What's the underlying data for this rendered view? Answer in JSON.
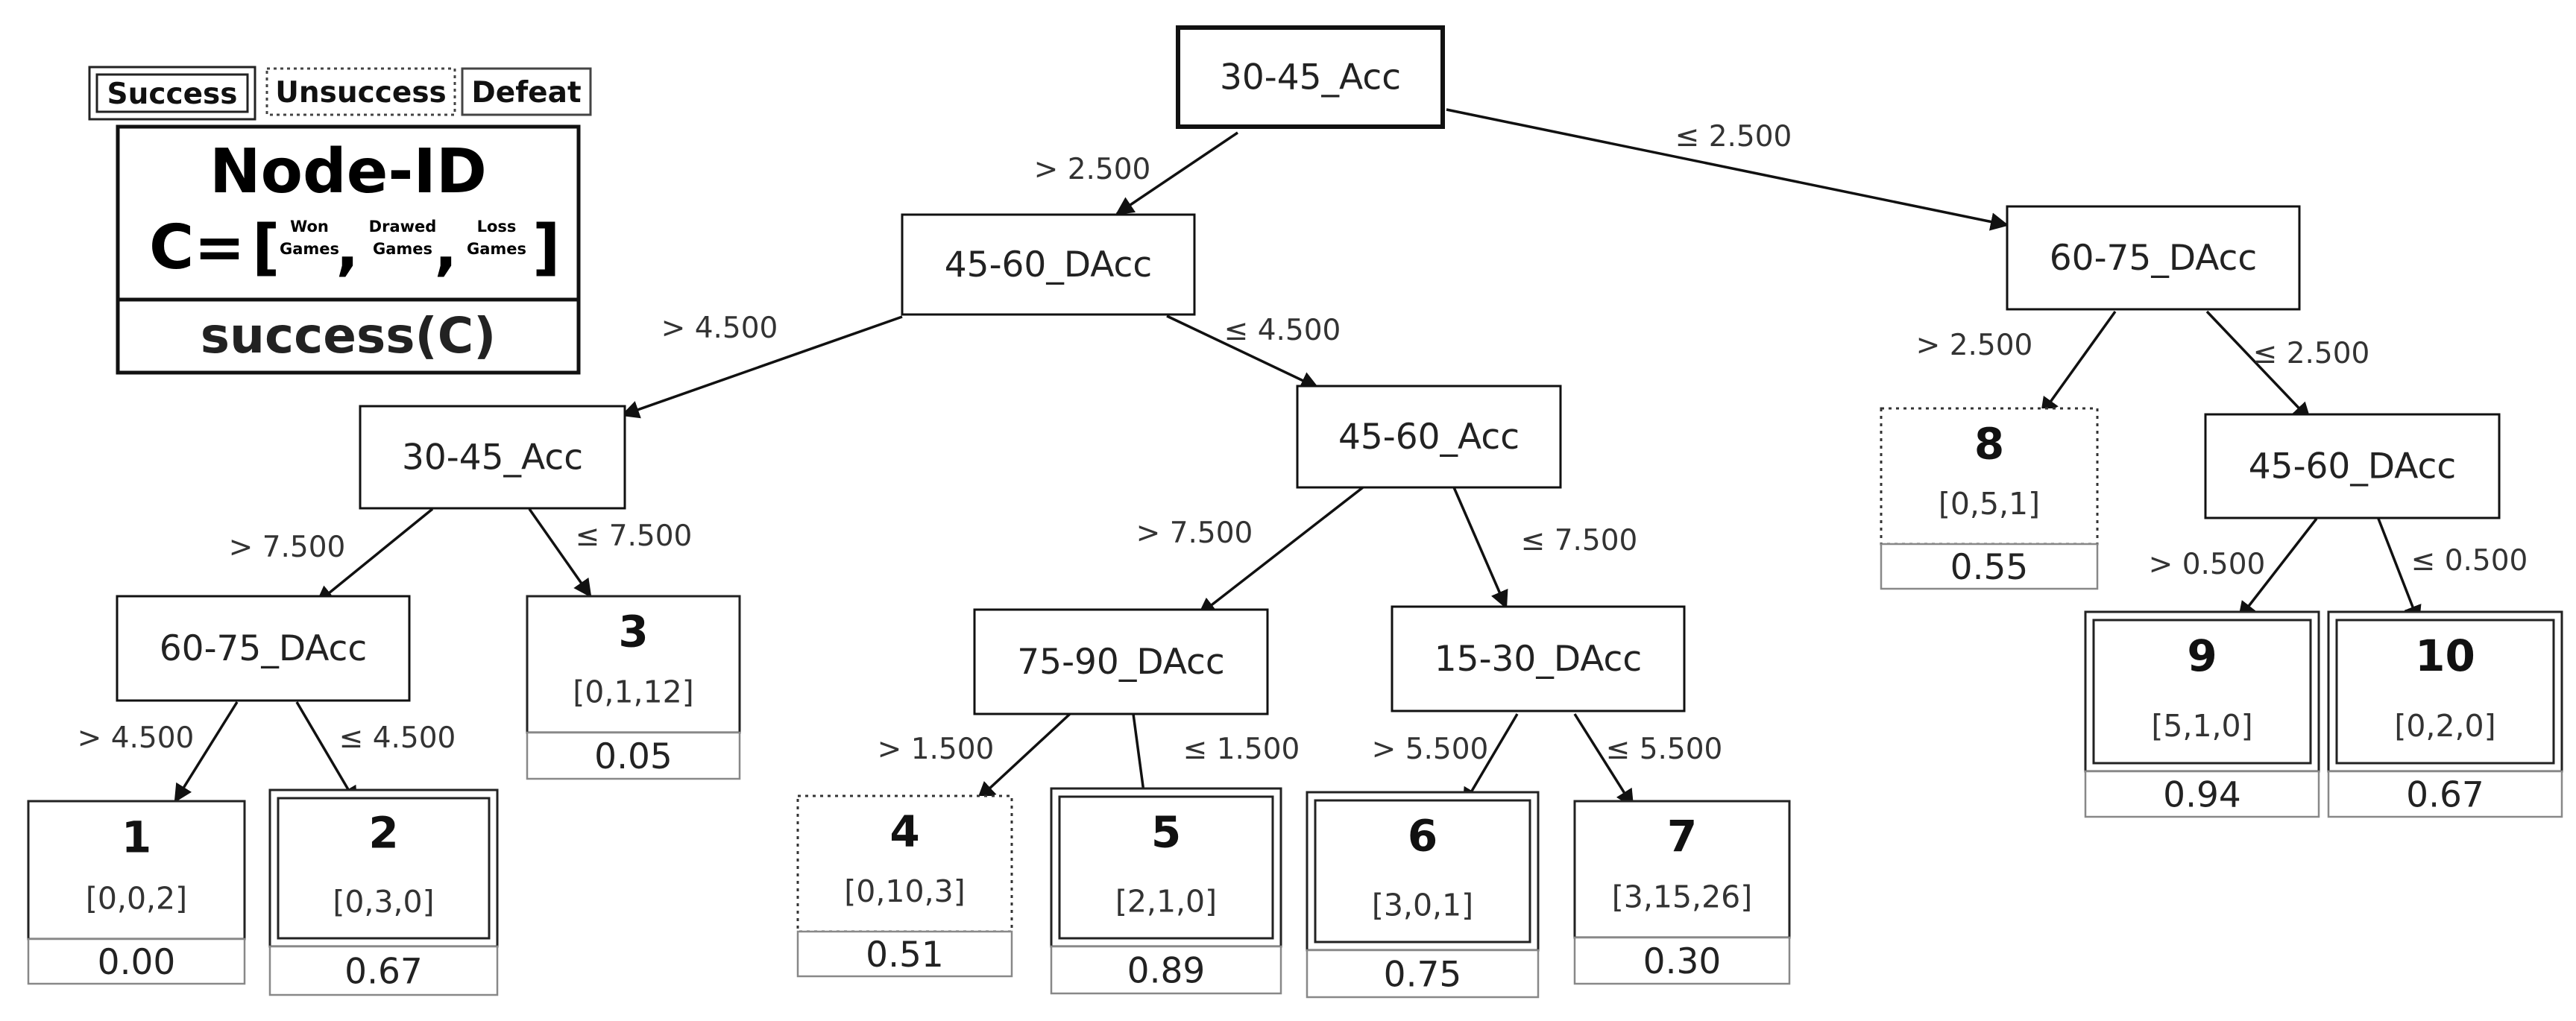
{
  "legend": {
    "chips": [
      "Success",
      "Unsuccess",
      "Defeat"
    ],
    "node_id": "Node-ID",
    "c_prefix": "C=",
    "bracket_open": "[",
    "bracket_close": "]",
    "comma": ",",
    "won_top": "Won",
    "won_bottom": "Games",
    "drawed_top": "Drawed",
    "drawed_bottom": "Games",
    "loss_top": "Loss",
    "loss_bottom": "Games",
    "success": "success(C)"
  },
  "splits": [
    {
      "id": "s_root",
      "label": "30-45_Acc"
    },
    {
      "id": "s_a",
      "label": "45-60_DAcc"
    },
    {
      "id": "s_b",
      "label": "60-75_DAcc"
    },
    {
      "id": "s_a1",
      "label": "30-45_Acc"
    },
    {
      "id": "s_a2",
      "label": "45-60_Acc"
    },
    {
      "id": "s_b2",
      "label": "45-60_DAcc"
    },
    {
      "id": "s_a11",
      "label": "60-75_DAcc"
    },
    {
      "id": "s_a21",
      "label": "75-90_DAcc"
    },
    {
      "id": "s_a22",
      "label": "15-30_DAcc"
    }
  ],
  "leaves": [
    {
      "id": "1",
      "counts": "[0,0,2]",
      "success": "0.00",
      "class": "Defeat"
    },
    {
      "id": "2",
      "counts": "[0,3,0]",
      "success": "0.67",
      "class": "Success"
    },
    {
      "id": "3",
      "counts": "[0,1,12]",
      "success": "0.05",
      "class": "Defeat"
    },
    {
      "id": "4",
      "counts": "[0,10,3]",
      "success": "0.51",
      "class": "Unsuccess"
    },
    {
      "id": "5",
      "counts": "[2,1,0]",
      "success": "0.89",
      "class": "Success"
    },
    {
      "id": "6",
      "counts": "[3,0,1]",
      "success": "0.75",
      "class": "Success"
    },
    {
      "id": "7",
      "counts": "[3,15,26]",
      "success": "0.30",
      "class": "Defeat"
    },
    {
      "id": "8",
      "counts": "[0,5,1]",
      "success": "0.55",
      "class": "Unsuccess"
    },
    {
      "id": "9",
      "counts": "[5,1,0]",
      "success": "0.94",
      "class": "Success"
    },
    {
      "id": "10",
      "counts": "[0,2,0]",
      "success": "0.67",
      "class": "Success"
    }
  ],
  "edges": [
    {
      "from": "s_root",
      "to": "s_a",
      "label": "> 2.500"
    },
    {
      "from": "s_root",
      "to": "s_b",
      "label": "≤ 2.500"
    },
    {
      "from": "s_a",
      "to": "s_a1",
      "label": "> 4.500"
    },
    {
      "from": "s_a",
      "to": "s_a2",
      "label": "≤ 4.500"
    },
    {
      "from": "s_b",
      "to": "leaf8",
      "label": "> 2.500"
    },
    {
      "from": "s_b",
      "to": "s_b2",
      "label": "≤ 2.500"
    },
    {
      "from": "s_a1",
      "to": "s_a11",
      "label": "> 7.500"
    },
    {
      "from": "s_a1",
      "to": "leaf3",
      "label": "≤ 7.500"
    },
    {
      "from": "s_a2",
      "to": "s_a21",
      "label": "> 7.500"
    },
    {
      "from": "s_a2",
      "to": "s_a22",
      "label": "≤ 7.500"
    },
    {
      "from": "s_b2",
      "to": "leaf9",
      "label": "> 0.500"
    },
    {
      "from": "s_b2",
      "to": "leaf10",
      "label": "≤ 0.500"
    },
    {
      "from": "s_a11",
      "to": "leaf1",
      "label": "> 4.500"
    },
    {
      "from": "s_a11",
      "to": "leaf2",
      "label": "≤ 4.500"
    },
    {
      "from": "s_a21",
      "to": "leaf4",
      "label": "> 1.500"
    },
    {
      "from": "s_a21",
      "to": "leaf5",
      "label": "≤ 1.500"
    },
    {
      "from": "s_a22",
      "to": "leaf6",
      "label": "> 5.500"
    },
    {
      "from": "s_a22",
      "to": "leaf7",
      "label": "≤ 5.500"
    }
  ]
}
